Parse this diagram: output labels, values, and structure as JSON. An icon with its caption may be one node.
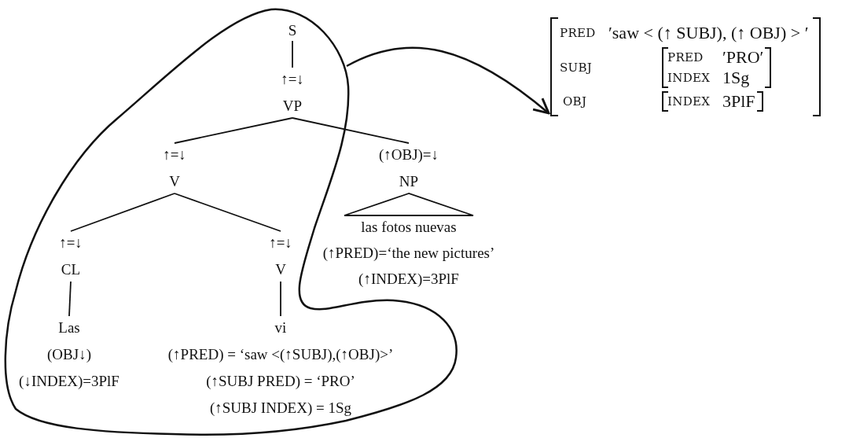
{
  "diagram": {
    "nodes": [
      {
        "text": [
          "S"
        ],
        "in": 9
      },
      {
        "text": [
          "↑=↓",
          "VP"
        ],
        "in": 9
      },
      {
        "text": [
          "↑=↓",
          "V"
        ],
        "in": 9
      },
      {
        "text": [
          "(↑OBJ)=↓",
          "NP"
        ]
      },
      {
        "text": [
          "↑=↓",
          "CL"
        ],
        "in": 9
      },
      {
        "text": [
          "↑=↓",
          "V"
        ],
        "in": 9
      },
      {
        "text": [
          "Las",
          "(OBJ↓)",
          "(↓INDEX)=3PlF"
        ],
        "in": 9
      },
      {
        "text": [
          "vi",
          "(↑PRED) = ‘saw <(↑SUBJ),(↑OBJ)>’",
          "(↑SUBJ PRED) = ‘PRO’",
          "(↑SUBJ INDEX) = 1Sg"
        ],
        "in": 9
      },
      {
        "text": [
          "las fotos nuevas",
          "(↑PRED)=‘the new pictures’",
          "(↑INDEX)=3PlF"
        ]
      },
      {
        "text": [],
        "shape": "cloud"
      },
      {
        "text": [
          "PRED",
          "′saw < (↑ SUBJ), (↑ OBJ) > ′",
          "SUBJ",
          "OBJ"
        ]
      },
      {
        "text": [
          "PRED",
          "′PRO′",
          "INDEX",
          "1Sg"
        ],
        "in": 10
      },
      {
        "text": [
          "INDEX",
          "3PlF"
        ],
        "in": 10
      }
    ],
    "edges": [
      {
        "from": 0,
        "to": 1,
        "arrow": "none"
      },
      {
        "from": 1,
        "to": 2,
        "arrow": "none"
      },
      {
        "from": 1,
        "to": 3,
        "arrow": "none"
      },
      {
        "from": 2,
        "to": 4,
        "arrow": "none"
      },
      {
        "from": 2,
        "to": 5,
        "arrow": "none"
      },
      {
        "from": 3,
        "to": 8,
        "arrow": "none"
      },
      {
        "from": 4,
        "to": 6,
        "arrow": "none"
      },
      {
        "from": 5,
        "to": 7,
        "arrow": "none"
      },
      {
        "from": 9,
        "to": 10,
        "arrow": "to"
      }
    ]
  }
}
